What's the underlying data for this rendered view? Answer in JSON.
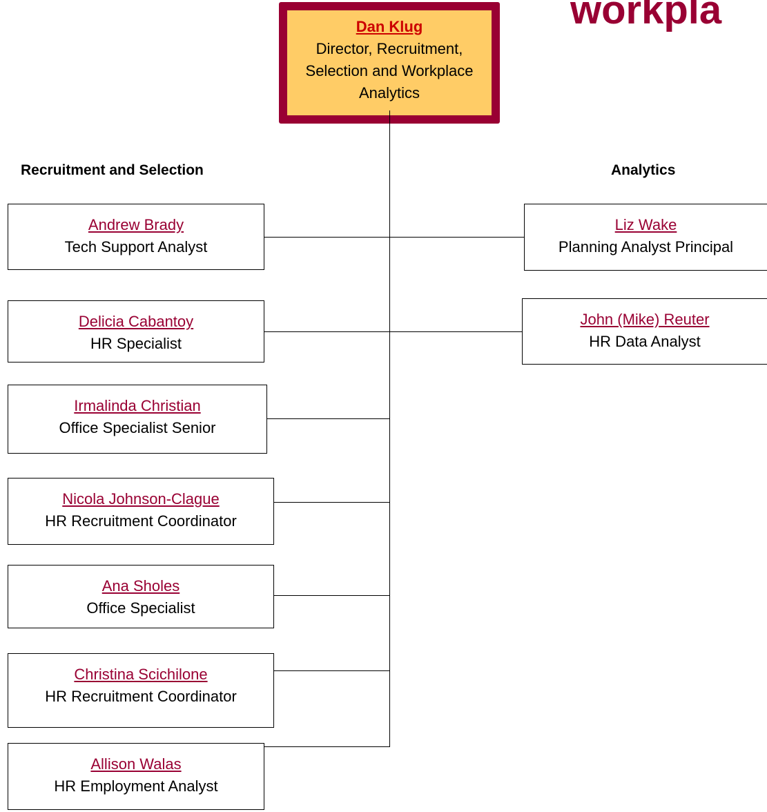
{
  "title_fragment": "workpla",
  "director": {
    "name": "Dan Klug",
    "title": "Director, Recruitment, Selection and Workplace Analytics"
  },
  "sections": {
    "left_header": "Recruitment and Selection",
    "right_header": "Analytics"
  },
  "left_staff": [
    {
      "name": "Andrew Brady",
      "title": "Tech Support Analyst"
    },
    {
      "name": "Delicia Cabantoy",
      "title": "HR Specialist"
    },
    {
      "name": "Irmalinda Christian",
      "title": "Office Specialist Senior"
    },
    {
      "name": "Nicola Johnson-Clague",
      "title": "HR Recruitment Coordinator"
    },
    {
      "name": "Ana Sholes",
      "title": "Office Specialist"
    },
    {
      "name": "Christina Scichilone",
      "title": "HR Recruitment Coordinator"
    },
    {
      "name": "Allison Walas",
      "title": "HR Employment Analyst"
    }
  ],
  "right_staff": [
    {
      "name": "Liz Wake",
      "title": "Planning Analyst Principal"
    },
    {
      "name": "John (Mike) Reuter",
      "title": "HR Data Analyst"
    }
  ],
  "colors": {
    "brand": "#990033",
    "director_fill": "#ffcc66",
    "director_name": "#cc0000"
  }
}
